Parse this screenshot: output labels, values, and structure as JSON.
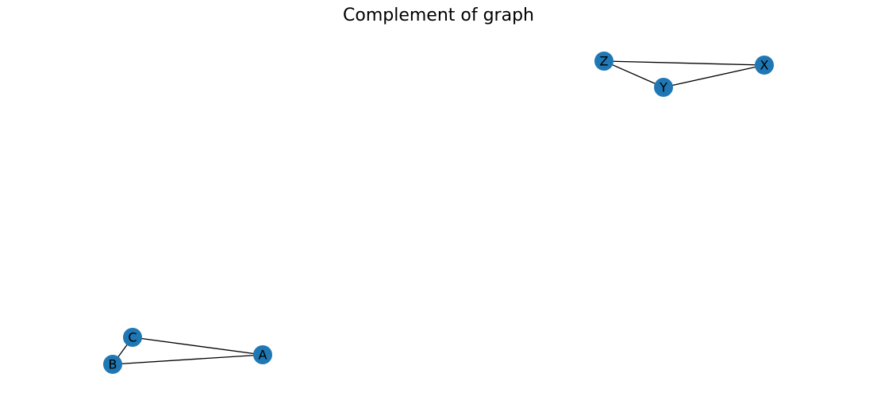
{
  "title": "Complement of graph",
  "colors": {
    "node": "#1f77b4",
    "edge": "#000000",
    "label": "#000000",
    "background": "#ffffff"
  },
  "graph": {
    "nodes": [
      {
        "id": "X",
        "label": "X"
      },
      {
        "id": "Y",
        "label": "Y"
      },
      {
        "id": "Z",
        "label": "Z"
      },
      {
        "id": "A",
        "label": "A"
      },
      {
        "id": "B",
        "label": "B"
      },
      {
        "id": "C",
        "label": "C"
      }
    ],
    "edges": [
      [
        "Z",
        "X"
      ],
      [
        "Z",
        "Y"
      ],
      [
        "Y",
        "X"
      ],
      [
        "C",
        "A"
      ],
      [
        "C",
        "B"
      ],
      [
        "B",
        "A"
      ]
    ]
  }
}
